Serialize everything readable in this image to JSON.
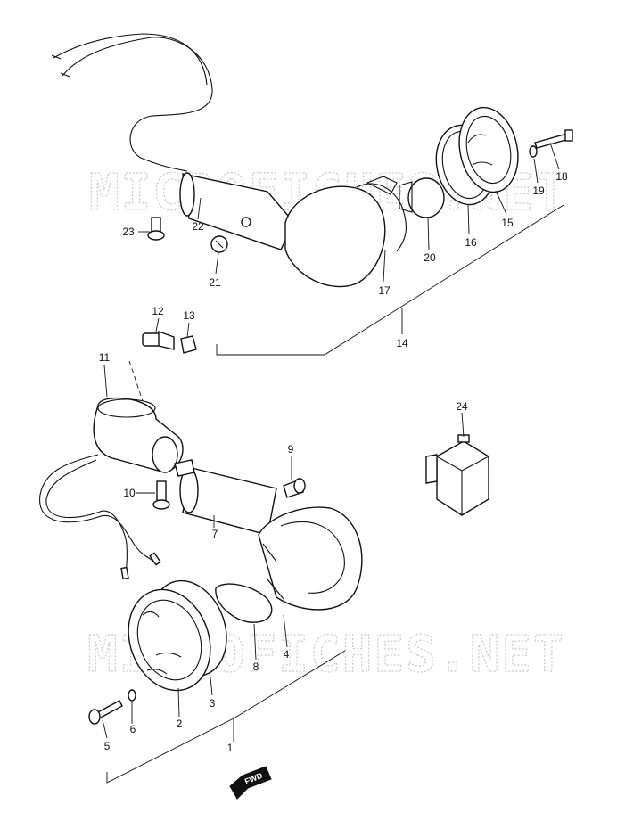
{
  "watermark": "MICROFICHES.NET",
  "direction_tag": "FWD",
  "callouts": [
    "1",
    "2",
    "3",
    "4",
    "5",
    "6",
    "7",
    "8",
    "9",
    "10",
    "11",
    "12",
    "13",
    "14",
    "15",
    "16",
    "17",
    "18",
    "19",
    "20",
    "21",
    "22",
    "23",
    "24"
  ]
}
